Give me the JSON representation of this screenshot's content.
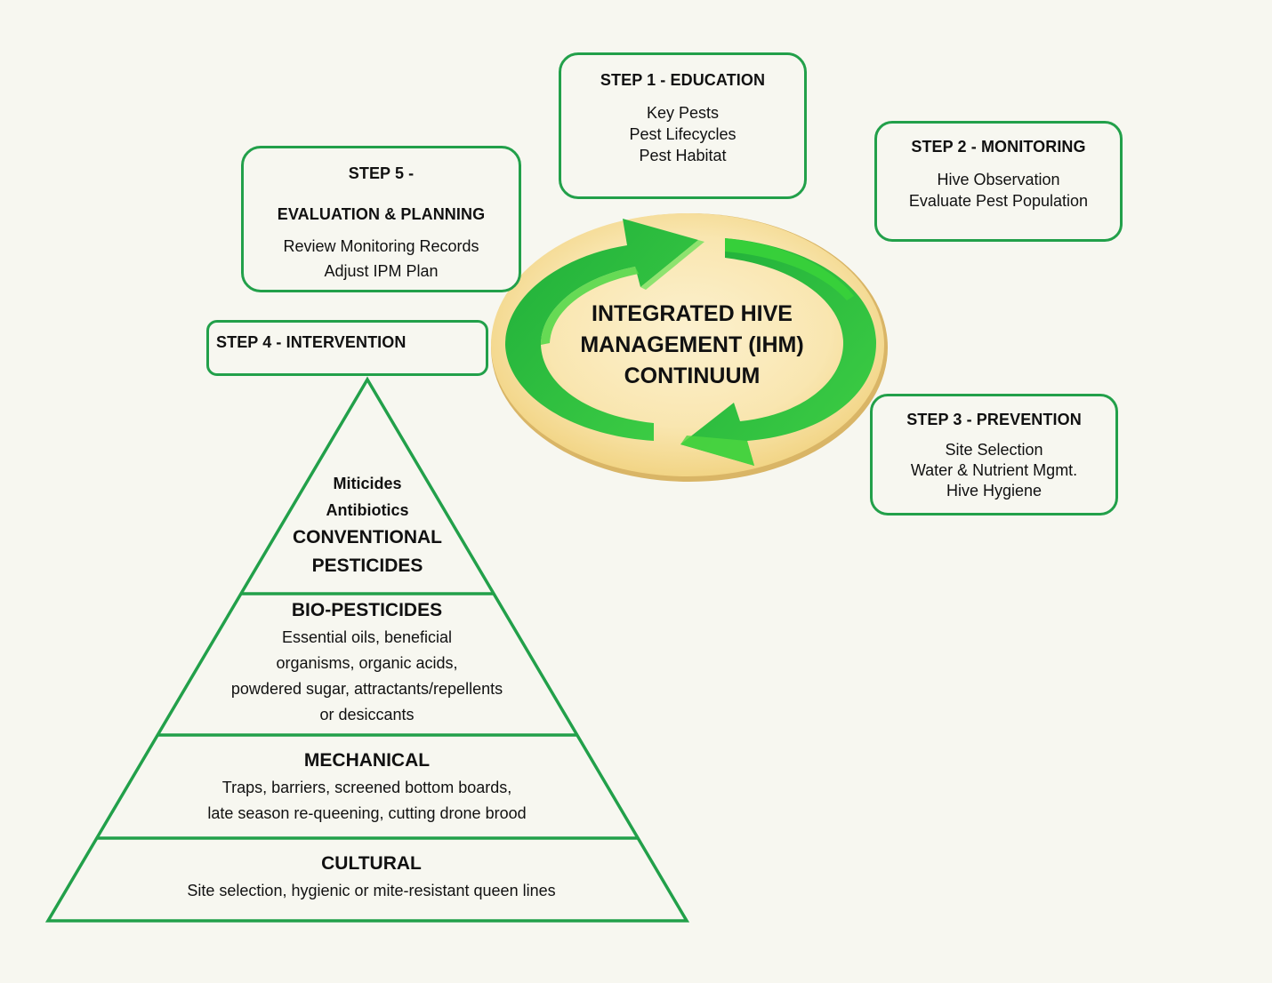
{
  "center": {
    "title_lines": [
      "INTEGRATED HIVE",
      "MANAGEMENT (IHM)",
      "CONTINUUM"
    ]
  },
  "steps": [
    {
      "id": "step1",
      "title": "STEP 1 - EDUCATION",
      "items": [
        "Key Pests",
        "Pest Lifecycles",
        "Pest Habitat"
      ]
    },
    {
      "id": "step2",
      "title": "STEP 2 - MONITORING",
      "items": [
        "Hive Observation",
        "Evaluate Pest Population"
      ]
    },
    {
      "id": "step3",
      "title": "STEP 3 - PREVENTION",
      "items": [
        "Site Selection",
        "Water & Nutrient Mgmt.",
        "Hive Hygiene"
      ]
    },
    {
      "id": "step4",
      "title": "STEP 4 - INTERVENTION",
      "items": []
    },
    {
      "id": "step5",
      "title_lines": [
        "STEP 5 -",
        "EVALUATION & PLANNING"
      ],
      "items": [
        "Review Monitoring Records",
        "Adjust IPM Plan"
      ]
    }
  ],
  "pyramid": {
    "tiers": [
      {
        "name": "conventional",
        "sub_bold": [
          "Miticides",
          "Antibiotics"
        ],
        "heading_lines": [
          "CONVENTIONAL",
          "PESTICIDES"
        ]
      },
      {
        "name": "bio",
        "heading": "BIO-PESTICIDES",
        "lines": [
          "Essential oils, beneficial",
          "organisms, organic acids,",
          "powdered sugar, attractants/repellents",
          "or desiccants"
        ]
      },
      {
        "name": "mechanical",
        "heading": "MECHANICAL",
        "lines": [
          "Traps, barriers, screened bottom boards,",
          "late season re-queening, cutting drone brood"
        ]
      },
      {
        "name": "cultural",
        "heading": "CULTURAL",
        "lines": [
          "Site selection, hygienic or mite-resistant queen lines"
        ]
      }
    ]
  },
  "colors": {
    "background": "#f7f7f0",
    "border_green": "#22a04a",
    "arrow_green": "#2fbf3f",
    "arrow_light": "#55d84a",
    "disc_gold": "#f3d98a"
  }
}
